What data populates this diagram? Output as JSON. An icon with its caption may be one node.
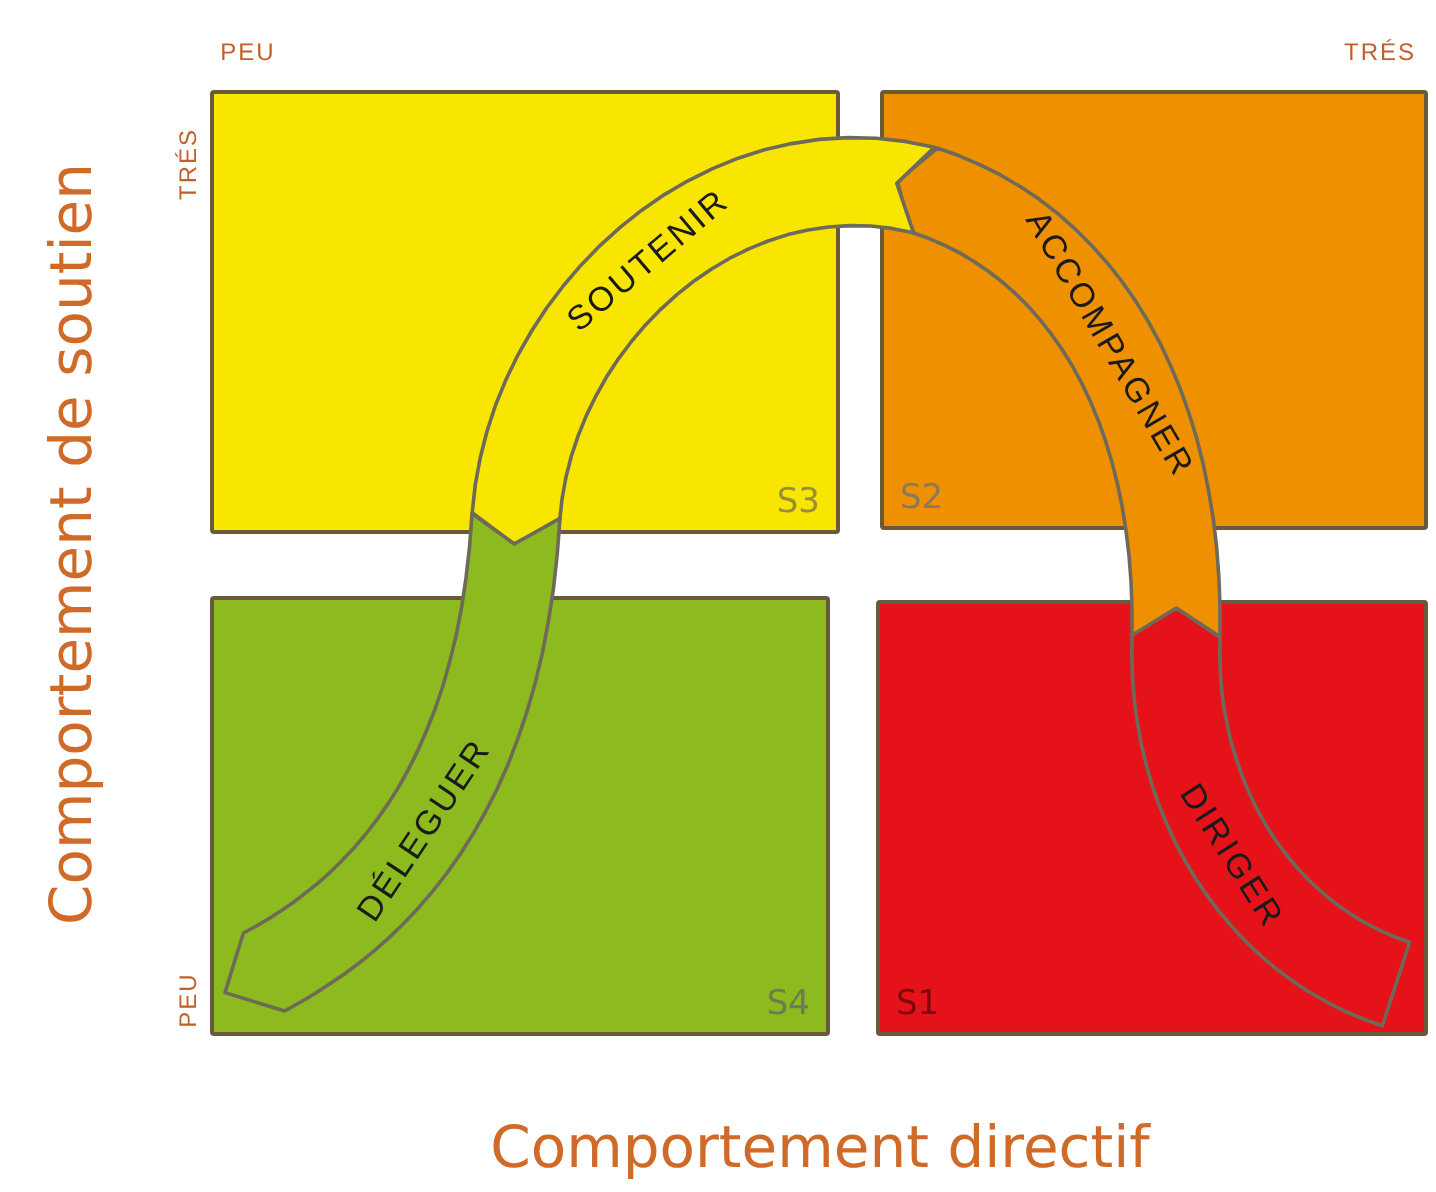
{
  "diagram": {
    "nodes": [
      {
        "text": [
          "S3"
        ]
      },
      {
        "text": [
          "S2"
        ]
      },
      {
        "text": [
          "S4"
        ]
      },
      {
        "text": [
          "S1"
        ]
      }
    ],
    "labels": [
      "PEU",
      "TRÉS",
      "TRÉS",
      "Comportement de soutien",
      "PEU",
      "DIRIGER",
      "ACCOMPAGNER",
      "SOUTENIR",
      "DÉLEGUER",
      "Comportement directif"
    ]
  }
}
